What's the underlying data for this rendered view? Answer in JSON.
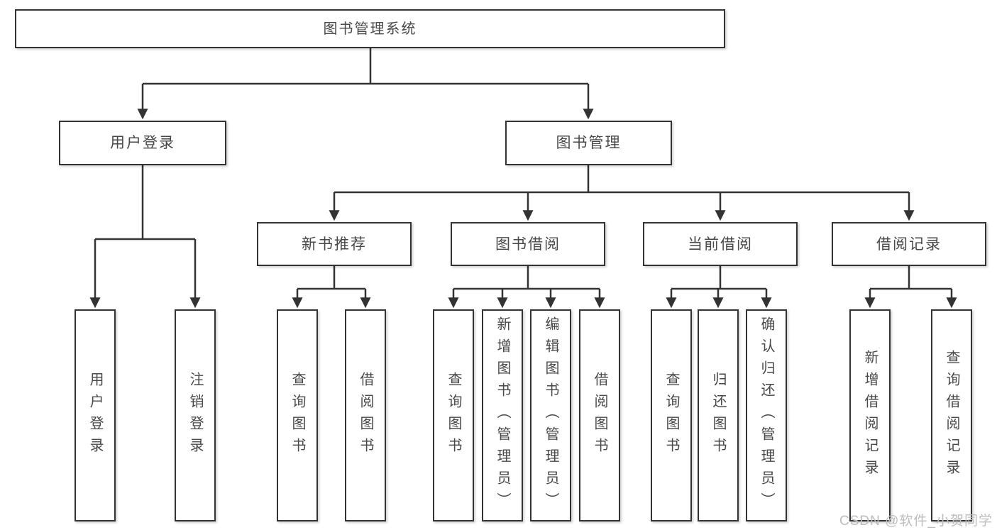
{
  "diagram": {
    "tree": {
      "label": "图书管理系统",
      "children": [
        {
          "label": "用户登录",
          "children": [
            {
              "label": "用户登录"
            },
            {
              "label": "注销登录"
            }
          ]
        },
        {
          "label": "图书管理",
          "children": [
            {
              "label": "新书推荐",
              "children": [
                {
                  "label": "查询图书"
                },
                {
                  "label": "借阅图书"
                }
              ]
            },
            {
              "label": "图书借阅",
              "children": [
                {
                  "label": "查询图书"
                },
                {
                  "label": "新增图书（管理员）"
                },
                {
                  "label": "编辑图书（管理员）"
                },
                {
                  "label": "借阅图书"
                }
              ]
            },
            {
              "label": "当前借阅",
              "children": [
                {
                  "label": "查询图书"
                },
                {
                  "label": "归还图书"
                },
                {
                  "label": "确认归还（管理员）"
                }
              ]
            },
            {
              "label": "借阅记录",
              "children": [
                {
                  "label": "新增借阅记录"
                },
                {
                  "label": "查询借阅记录"
                }
              ]
            }
          ]
        }
      ]
    },
    "colors": {
      "line": "#333333",
      "box_border": "#333333",
      "box_fill": "#ffffff",
      "text": "#484848",
      "watermark": "#bdbdbd"
    }
  },
  "watermark": {
    "text": "CSDN @软件_小贺同学"
  }
}
